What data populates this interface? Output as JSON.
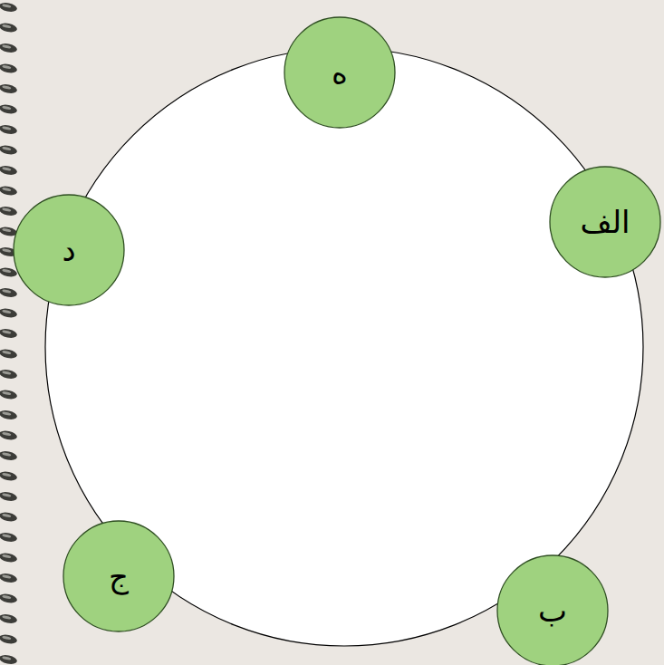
{
  "diagram": {
    "nodes": [
      {
        "text": [
          "الف"
        ]
      },
      {
        "text": [
          "ب"
        ]
      },
      {
        "text": [
          "ج"
        ]
      },
      {
        "text": [
          "د"
        ]
      },
      {
        "text": [
          "ه"
        ]
      }
    ]
  }
}
